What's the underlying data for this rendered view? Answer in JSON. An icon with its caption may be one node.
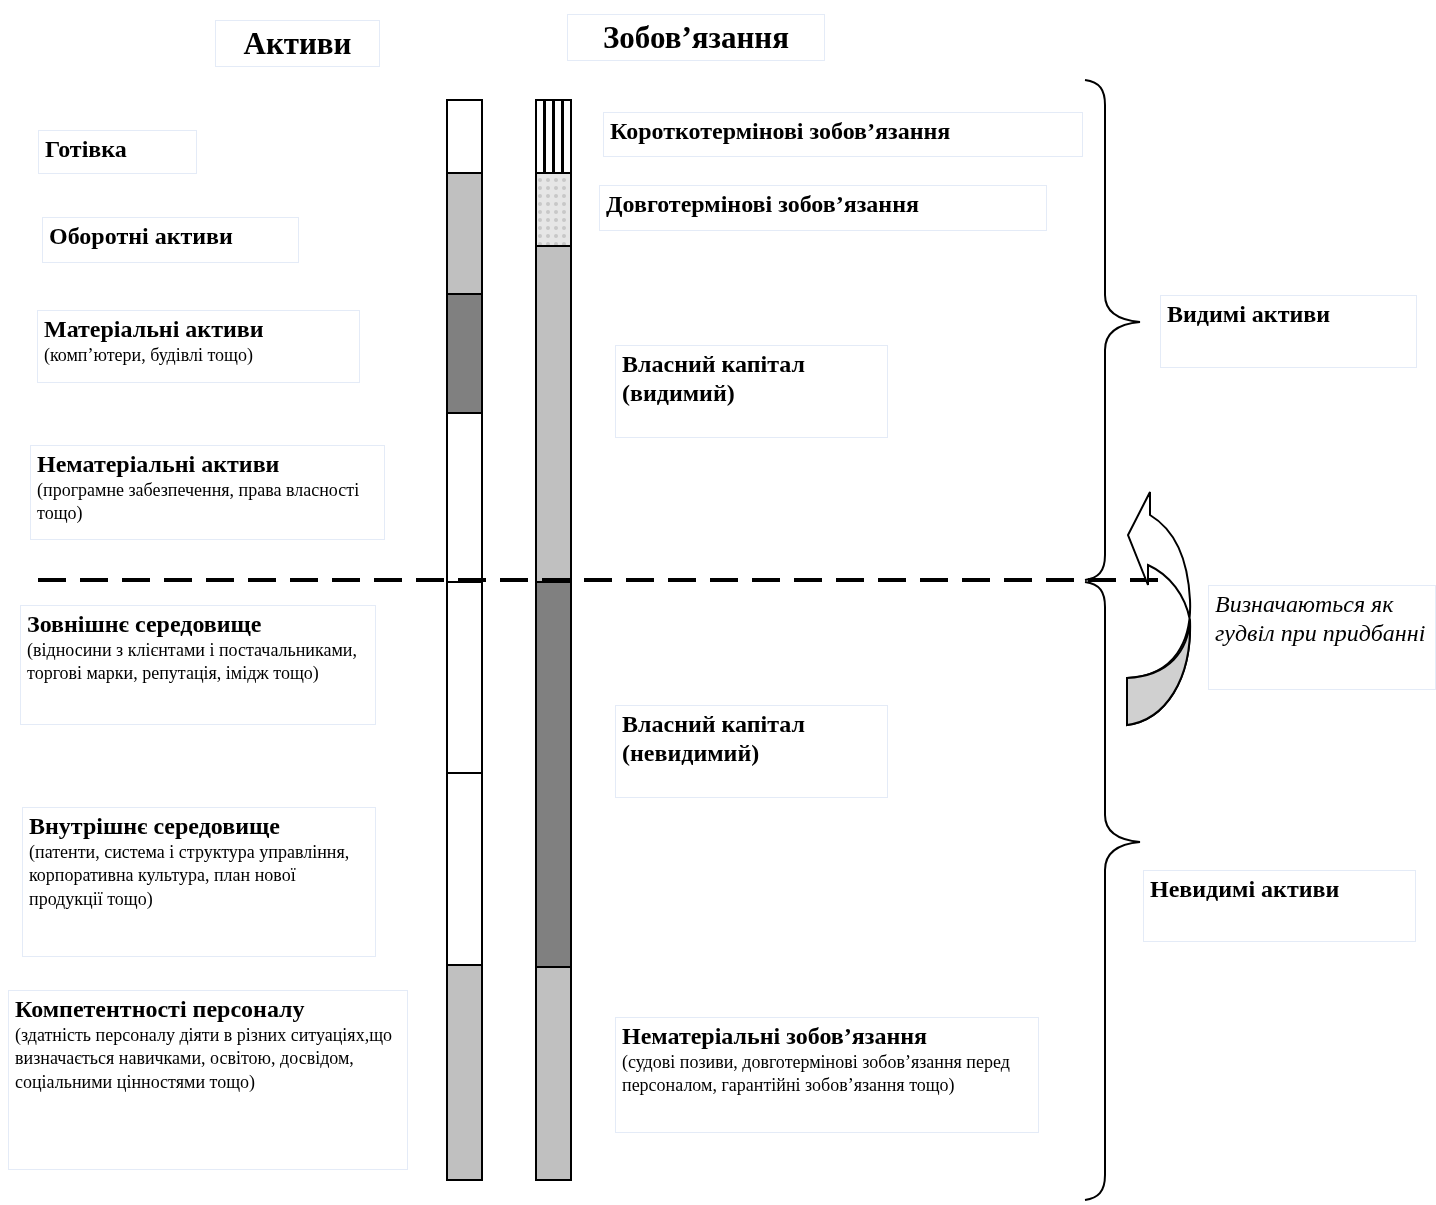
{
  "diagram": {
    "nodes": [
      {
        "text": [
          "Активи"
        ]
      },
      {
        "text": [
          "Зобов’язання"
        ]
      },
      {
        "text": [
          "Готівка"
        ]
      },
      {
        "text": [
          "Оборотні активи"
        ]
      },
      {
        "text": [
          "Матеріальні активи",
          "(комп’ютери, будівлі тощо)"
        ]
      },
      {
        "text": [
          "Нематеріальні активи",
          "(програмне забезпечення, права власності тощо)"
        ]
      },
      {
        "text": [
          "Зовнішнє середовище",
          "(відносини з клієнтами і постачальниками, торгові марки, репутація, імідж тощо)"
        ]
      },
      {
        "text": [
          "Внутрішнє середовище",
          "(патенти, система і структура управління, корпоративна культура, план нової продукції тощо)"
        ]
      },
      {
        "text": [
          "Компетентності персоналу",
          "(здатність персоналу діяти в різних ситуаціях,що визначається навичками, освітою, досвідом, соціальними цінностями тощо)"
        ]
      },
      {
        "text": [
          "Короткотермінові зобов’язання"
        ]
      },
      {
        "text": [
          "Довготермінові зобов’язання"
        ]
      },
      {
        "text": [
          "Власний капітал (видимий)"
        ]
      },
      {
        "text": [
          "Власний капітал (невидимий)"
        ]
      },
      {
        "text": [
          "Нематеріальні зобов’язання",
          "(судові позиви, довготермінові зобов’язання перед персоналом, гарантійні зобов’язання тощо)"
        ]
      },
      {
        "text": [
          "Видимі активи"
        ]
      },
      {
        "text": [
          "Невидимі активи"
        ]
      },
      {
        "text": [
          "Визначаються як гудвіл при придбанні"
        ]
      }
    ]
  }
}
